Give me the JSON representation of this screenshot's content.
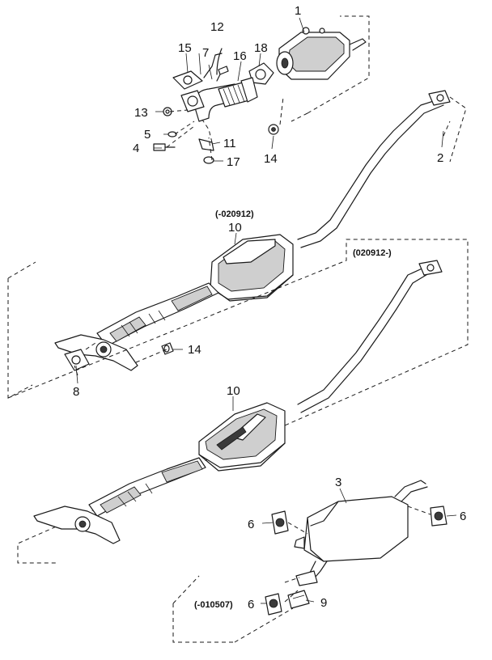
{
  "callouts": {
    "c1": "1",
    "c2": "2",
    "c3": "3",
    "c4": "4",
    "c5": "5",
    "c6a": "6",
    "c6b": "6",
    "c6c": "6",
    "c7": "7",
    "c8": "8",
    "c9": "9",
    "c10a": "10",
    "c10b": "10",
    "c11": "11",
    "c12": "12",
    "c13": "13",
    "c14a": "14",
    "c14b": "14",
    "c15": "15",
    "c16": "16",
    "c17": "17",
    "c18": "18"
  },
  "notes": {
    "upper_converter": "(-020912)",
    "lower_converter": "(020912-)",
    "muffler_hanger": "(-010507)"
  }
}
